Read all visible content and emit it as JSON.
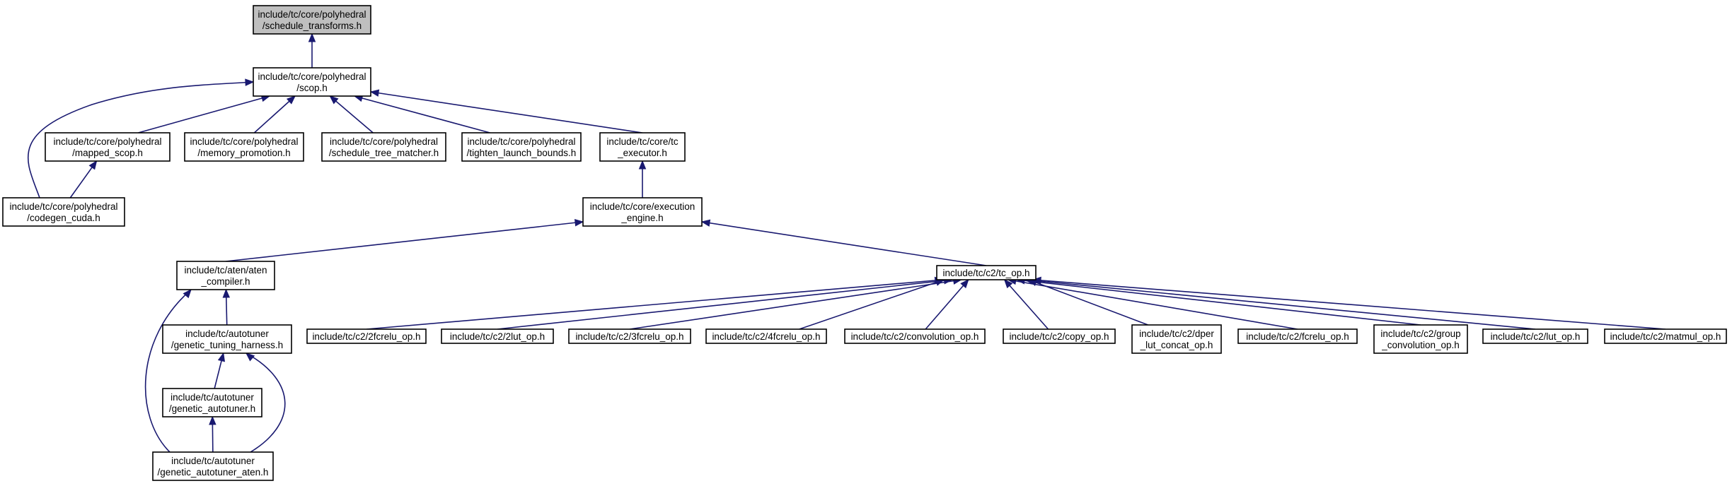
{
  "nodes": [
    {
      "id": "n0",
      "lines": [
        "include/tc/core/polyhedral",
        "/schedule_transforms.h"
      ],
      "root": true
    },
    {
      "id": "n1",
      "lines": [
        "include/tc/core/polyhedral",
        "/scop.h"
      ]
    },
    {
      "id": "n2",
      "lines": [
        "include/tc/core/polyhedral",
        "/mapped_scop.h"
      ]
    },
    {
      "id": "n3",
      "lines": [
        "include/tc/core/polyhedral",
        "/memory_promotion.h"
      ]
    },
    {
      "id": "n4",
      "lines": [
        "include/tc/core/polyhedral",
        "/schedule_tree_matcher.h"
      ]
    },
    {
      "id": "n5",
      "lines": [
        "include/tc/core/polyhedral",
        "/tighten_launch_bounds.h"
      ]
    },
    {
      "id": "n6",
      "lines": [
        "include/tc/core/tc",
        "_executor.h"
      ]
    },
    {
      "id": "n7",
      "lines": [
        "include/tc/core/polyhedral",
        "/codegen_cuda.h"
      ]
    },
    {
      "id": "n8",
      "lines": [
        "include/tc/core/execution",
        "_engine.h"
      ]
    },
    {
      "id": "n9",
      "lines": [
        "include/tc/aten/aten",
        "_compiler.h"
      ]
    },
    {
      "id": "n10",
      "lines": [
        "include/tc/c2/tc_op.h"
      ]
    },
    {
      "id": "n11",
      "lines": [
        "include/tc/autotuner",
        "/genetic_tuning_harness.h"
      ]
    },
    {
      "id": "n12",
      "lines": [
        "include/tc/autotuner",
        "/genetic_autotuner.h"
      ]
    },
    {
      "id": "n13",
      "lines": [
        "include/tc/autotuner",
        "/genetic_autotuner_aten.h"
      ]
    },
    {
      "id": "n14",
      "lines": [
        "include/tc/c2/2fcrelu_op.h"
      ]
    },
    {
      "id": "n15",
      "lines": [
        "include/tc/c2/2lut_op.h"
      ]
    },
    {
      "id": "n16",
      "lines": [
        "include/tc/c2/3fcrelu_op.h"
      ]
    },
    {
      "id": "n17",
      "lines": [
        "include/tc/c2/4fcrelu_op.h"
      ]
    },
    {
      "id": "n18",
      "lines": [
        "include/tc/c2/convolution_op.h"
      ]
    },
    {
      "id": "n19",
      "lines": [
        "include/tc/c2/copy_op.h"
      ]
    },
    {
      "id": "n20",
      "lines": [
        "include/tc/c2/dper",
        "_lut_concat_op.h"
      ]
    },
    {
      "id": "n21",
      "lines": [
        "include/tc/c2/fcrelu_op.h"
      ]
    },
    {
      "id": "n22",
      "lines": [
        "include/tc/c2/group",
        "_convolution_op.h"
      ]
    },
    {
      "id": "n23",
      "lines": [
        "include/tc/c2/lut_op.h"
      ]
    },
    {
      "id": "n24",
      "lines": [
        "include/tc/c2/matmul_op.h"
      ]
    }
  ],
  "edges": [
    {
      "from": "n1",
      "to": "n0"
    },
    {
      "from": "n2",
      "to": "n1"
    },
    {
      "from": "n3",
      "to": "n1"
    },
    {
      "from": "n4",
      "to": "n1"
    },
    {
      "from": "n5",
      "to": "n1"
    },
    {
      "from": "n6",
      "to": "n1"
    },
    {
      "from": "n7",
      "to": "n1"
    },
    {
      "from": "n7",
      "to": "n2"
    },
    {
      "from": "n8",
      "to": "n6"
    },
    {
      "from": "n9",
      "to": "n8"
    },
    {
      "from": "n10",
      "to": "n8"
    },
    {
      "from": "n11",
      "to": "n9"
    },
    {
      "from": "n13",
      "to": "n9"
    },
    {
      "from": "n12",
      "to": "n11"
    },
    {
      "from": "n13",
      "to": "n11"
    },
    {
      "from": "n13",
      "to": "n12"
    },
    {
      "from": "n14",
      "to": "n10"
    },
    {
      "from": "n15",
      "to": "n10"
    },
    {
      "from": "n16",
      "to": "n10"
    },
    {
      "from": "n17",
      "to": "n10"
    },
    {
      "from": "n18",
      "to": "n10"
    },
    {
      "from": "n19",
      "to": "n10"
    },
    {
      "from": "n20",
      "to": "n10"
    },
    {
      "from": "n21",
      "to": "n10"
    },
    {
      "from": "n22",
      "to": "n10"
    },
    {
      "from": "n23",
      "to": "n10"
    },
    {
      "from": "n24",
      "to": "n10"
    }
  ],
  "colors": {
    "edge": "#191970",
    "root_fill": "#bfbfbf",
    "node_fill": "#ffffff",
    "node_stroke": "#000000"
  }
}
